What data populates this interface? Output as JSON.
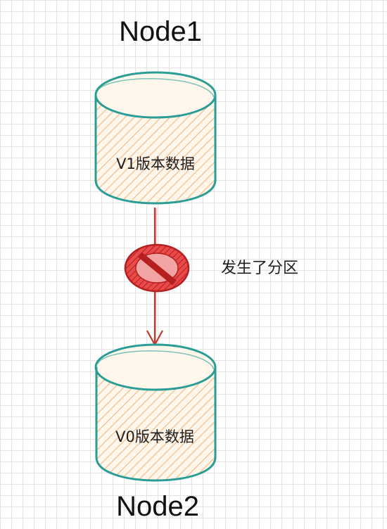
{
  "nodes": {
    "top": {
      "title": "Node1",
      "data_label": "V1版本数据"
    },
    "bottom": {
      "title": "Node2",
      "data_label": "V0版本数据"
    }
  },
  "partition": {
    "label": "发生了分区",
    "icon": "no-entry-icon"
  },
  "colors": {
    "cylinder_stroke": "#2a9d96",
    "cylinder_fill": "#fde1c3",
    "arrow": "#c0392b",
    "block_fill": "#e03131",
    "grid": "#e3e3e3"
  }
}
